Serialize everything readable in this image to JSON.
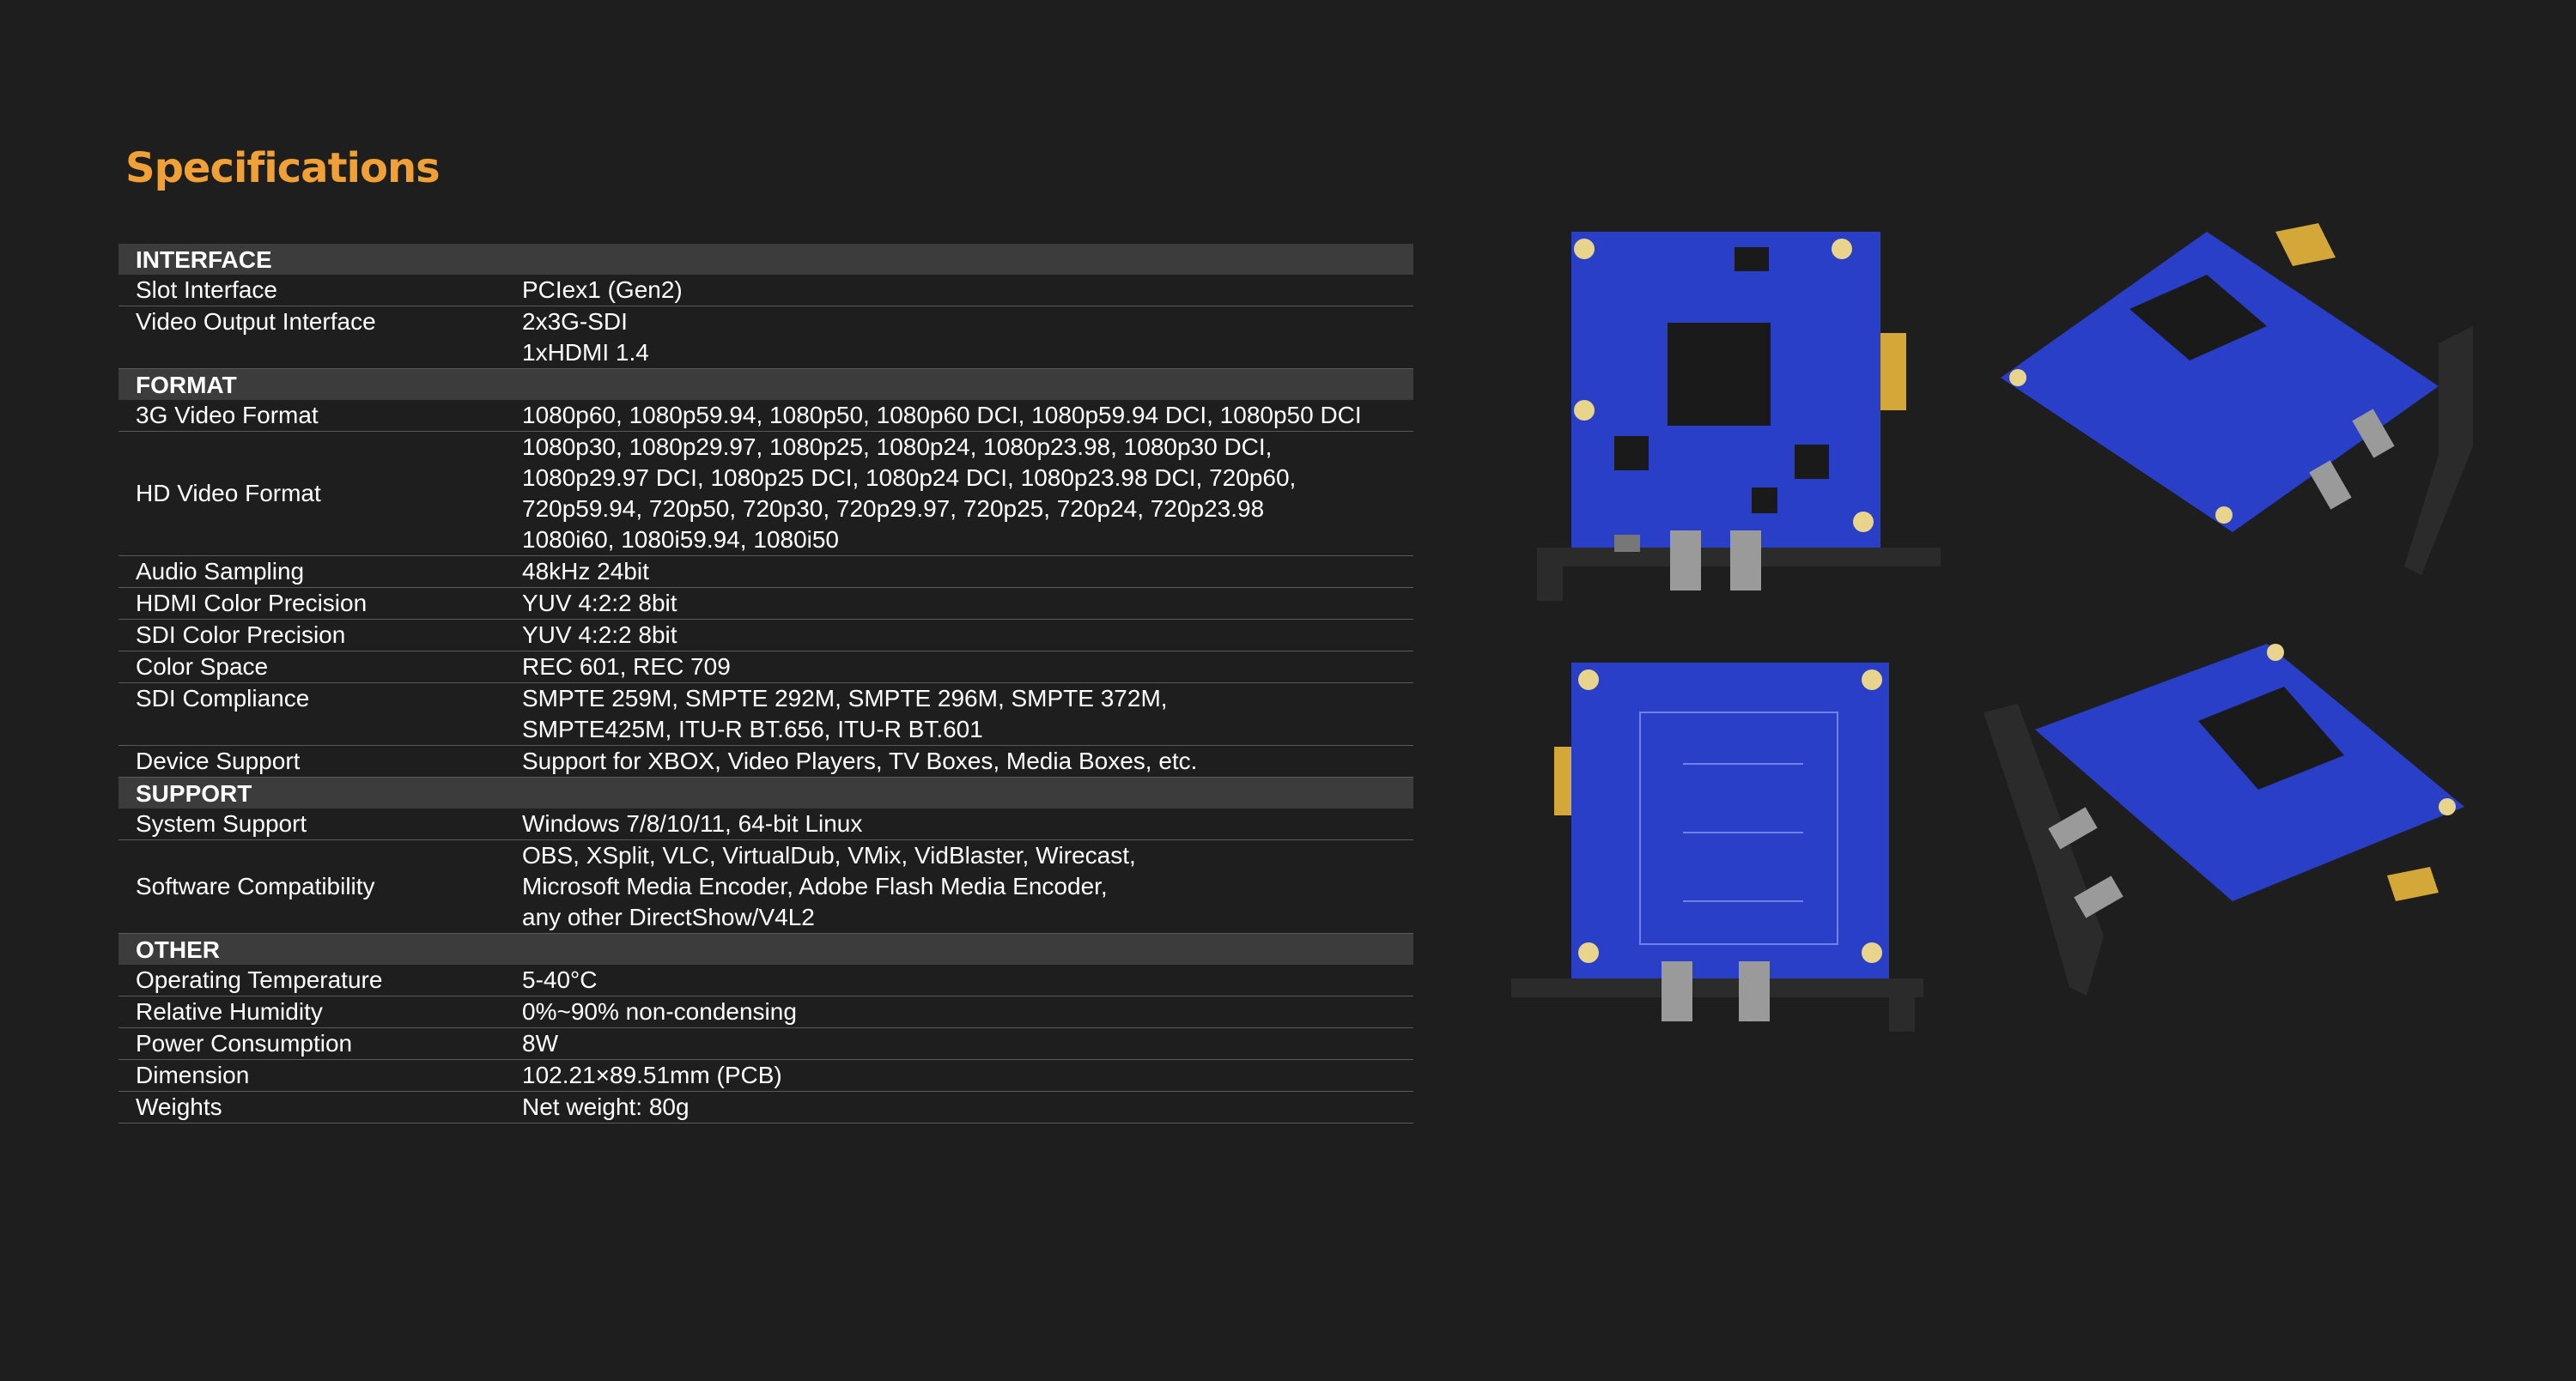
{
  "title": "Specifications",
  "sections": [
    {
      "heading": "INTERFACE",
      "rows": [
        {
          "label": "Slot Interface",
          "values": [
            "PCIex1 (Gen2)"
          ]
        },
        {
          "label": "Video Output Interface",
          "values": [
            "2x3G-SDI",
            "1xHDMI 1.4"
          ]
        }
      ]
    },
    {
      "heading": "FORMAT",
      "rows": [
        {
          "label": "3G Video Format",
          "values": [
            "1080p60, 1080p59.94, 1080p50, 1080p60 DCI, 1080p59.94  DCI, 1080p50 DCI"
          ]
        },
        {
          "label": "HD Video Format",
          "values": [
            "1080p30, 1080p29.97, 1080p25, 1080p24, 1080p23.98, 1080p30 DCI,",
            "1080p29.97 DCI, 1080p25 DCI, 1080p24 DCI,  1080p23.98 DCI,  720p60,",
            "720p59.94, 720p50, 720p30,  720p29.97, 720p25, 720p24, 720p23.98",
            "1080i60, 1080i59.94, 1080i50"
          ]
        },
        {
          "label": "Audio Sampling",
          "values": [
            "48kHz 24bit"
          ]
        },
        {
          "label": "HDMI Color  Precision",
          "values": [
            "YUV 4:2:2 8bit"
          ]
        },
        {
          "label": "SDI Color  Precision",
          "values": [
            "YUV 4:2:2 8bit"
          ]
        },
        {
          "label": "Color Space",
          "values": [
            "REC 601, REC 709"
          ]
        },
        {
          "label": "SDI Compliance",
          "values": [
            "SMPTE 259M, SMPTE 292M, SMPTE 296M, SMPTE 372M,",
            "SMPTE425M,  ITU-R BT.656, ITU-R BT.601"
          ]
        },
        {
          "label": "Device Support",
          "values": [
            "Support for XBOX, Video Players, TV Boxes, Media Boxes, etc."
          ]
        }
      ]
    },
    {
      "heading": "SUPPORT",
      "rows": [
        {
          "label": "System Support",
          "values": [
            "Windows 7/8/10/11, 64-bit Linux"
          ]
        },
        {
          "label": "Software Compatibility",
          "values": [
            "OBS, XSplit, VLC, VirtualDub, VMix, VidBlaster, Wirecast,",
            "Microsoft Media Encoder,  Adobe Flash Media Encoder,",
            "any other DirectShow/V4L2"
          ]
        }
      ]
    },
    {
      "heading": "OTHER",
      "rows": [
        {
          "label": "Operating Temperature",
          "values": [
            "5-40°C"
          ]
        },
        {
          "label": "Relative Humidity",
          "values": [
            "0%~90% non-condensing"
          ]
        },
        {
          "label": "Power Consumption",
          "values": [
            "8W"
          ]
        },
        {
          "label": "Dimension",
          "values": [
            "102.21×89.51mm (PCB)"
          ]
        },
        {
          "label": "Weights",
          "values": [
            "Net weight: 80g"
          ]
        }
      ]
    }
  ],
  "colors": {
    "background": "#1e1e1e",
    "title": "#f0a035",
    "section_bar": "#3c3c3c",
    "pcb": "#2a3fc8",
    "heatsink": "#1a1a1a",
    "bracket": "#2b2b2b"
  }
}
